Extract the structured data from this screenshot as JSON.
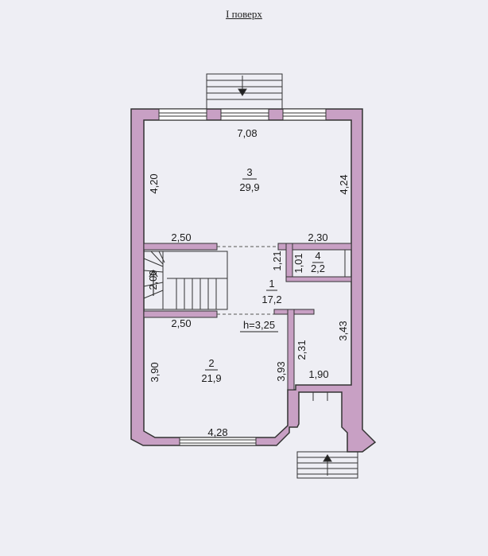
{
  "title": "I поверх",
  "colors": {
    "wall_fill": "#c8a0c4",
    "wall_stroke": "#333333",
    "background": "#eeeef4",
    "line": "#222222"
  },
  "rooms": [
    {
      "number": "3",
      "area": "29,9"
    },
    {
      "number": "1",
      "area": "17,2"
    },
    {
      "number": "2",
      "area": "21,9"
    },
    {
      "number": "4",
      "area": "2,2"
    }
  ],
  "dimensions": {
    "top_width": "7,08",
    "left_top": "4,20",
    "right_top": "4,24",
    "mid_left_upper": "2,50",
    "mid_right_upper": "2,30",
    "storage_height": "1,21",
    "storage_width": "1,01",
    "stair_width": "2,00",
    "mid_left_lower": "2,50",
    "ceiling_height": "h=3,25",
    "corridor": "2,31",
    "right_lower": "3,43",
    "left_lower": "3,90",
    "room2_right": "3,93",
    "entry_width": "1,90",
    "bottom_width": "4,28"
  }
}
